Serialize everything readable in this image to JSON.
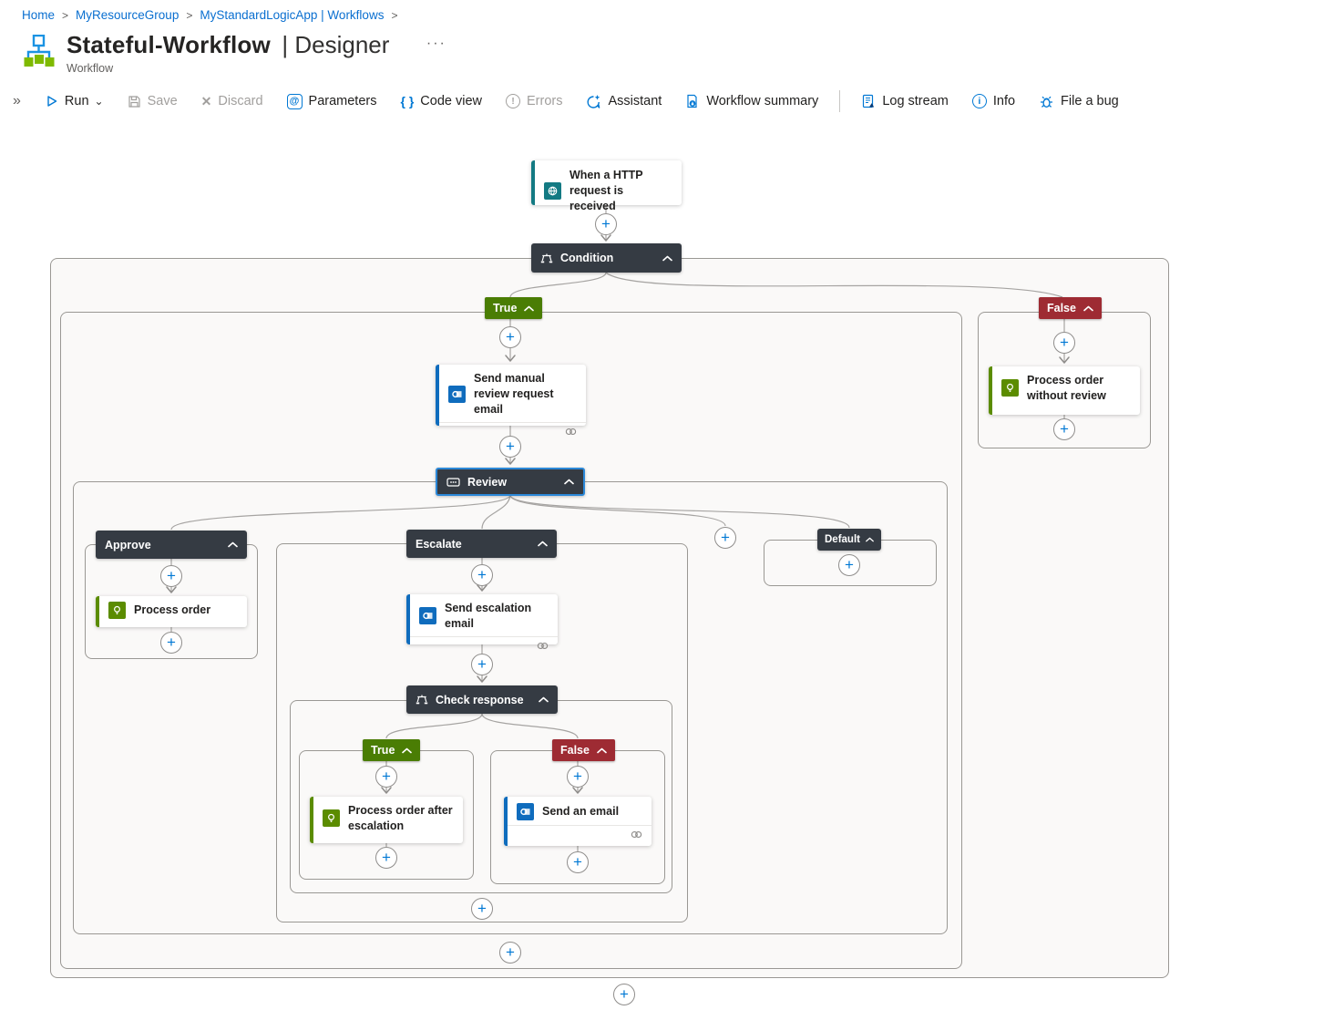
{
  "breadcrumb": {
    "items": [
      "Home",
      "MyResourceGroup",
      "MyStandardLogicApp | Workflows"
    ],
    "separator": ">"
  },
  "header": {
    "title": "Stateful-Workflow",
    "view": "| Designer",
    "subtitle": "Workflow",
    "more": "···"
  },
  "toolbar": {
    "collapse": "»",
    "items": [
      {
        "label": "Run",
        "enabled": true
      },
      {
        "label": "Save",
        "enabled": false
      },
      {
        "label": "Discard",
        "enabled": false
      },
      {
        "label": "Parameters",
        "enabled": true
      },
      {
        "label": "Code view",
        "enabled": true
      },
      {
        "label": "Errors",
        "enabled": false
      },
      {
        "label": "Assistant",
        "enabled": true
      },
      {
        "label": "Workflow summary",
        "enabled": true
      },
      {
        "label": "Log stream",
        "enabled": true
      },
      {
        "label": "Info",
        "enabled": true
      },
      {
        "label": "File a bug",
        "enabled": true
      }
    ]
  },
  "icons": {
    "plus": "+",
    "at": "@",
    "braces": "{ }",
    "error": "!",
    "info": "i",
    "close": "✕",
    "chevron_down": "⌄"
  },
  "nodes": {
    "trigger": "When a HTTP request is received",
    "condition": "Condition",
    "branch_true": "True",
    "branch_false": "False",
    "send_manual_review": "Send manual review request email",
    "review": "Review",
    "case_approve": "Approve",
    "process_order": "Process order",
    "case_escalate": "Escalate",
    "send_escalation": "Send escalation email",
    "check_response": "Check response",
    "inner_true": "True",
    "inner_false": "False",
    "process_order_after": "Process order after escalation",
    "send_an_email": "Send an email",
    "case_default": "Default",
    "process_order_without": "Process order without review"
  },
  "colors": {
    "link_blue": "#0a6fd0",
    "accent_blue": "#0078d4",
    "branch_green": "#4a7d04",
    "branch_red": "#9e2b33",
    "trigger_teal": "#137a83",
    "scope_dark": "#353b43",
    "action_green": "#5b8c00",
    "outlook_blue": "#0f6cbd"
  }
}
